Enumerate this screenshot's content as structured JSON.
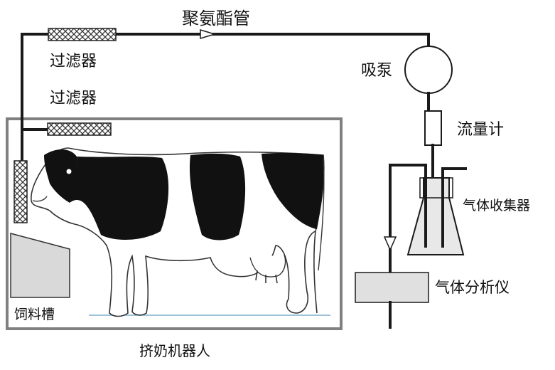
{
  "labels": {
    "tube": "聚氨酯管",
    "filter_top": "过滤器",
    "filter_mid": "过滤器",
    "pump": "吸泵",
    "flowmeter": "流量计",
    "collector": "气体收集器",
    "analyzer": "气体分析仪",
    "trough": "饲料槽",
    "robot": "挤奶机器人"
  },
  "colors": {
    "pipe": "#1a1a1a",
    "enclosure": "#808080",
    "trough": "#d9d9d9",
    "analyzer": "#e0e0e0",
    "collector": "#e8e8e8",
    "cow_patch": "#111111",
    "floor_line": "#9ec3d9"
  },
  "icons": {
    "pump": "circle-pump-icon",
    "flowmeter": "flowmeter-icon",
    "collector": "erlenmeyer-flask-icon",
    "filter": "crosshatch-filter-icon",
    "flow_arrow": "flow-arrow-icon",
    "cow": "cow-illustration"
  }
}
